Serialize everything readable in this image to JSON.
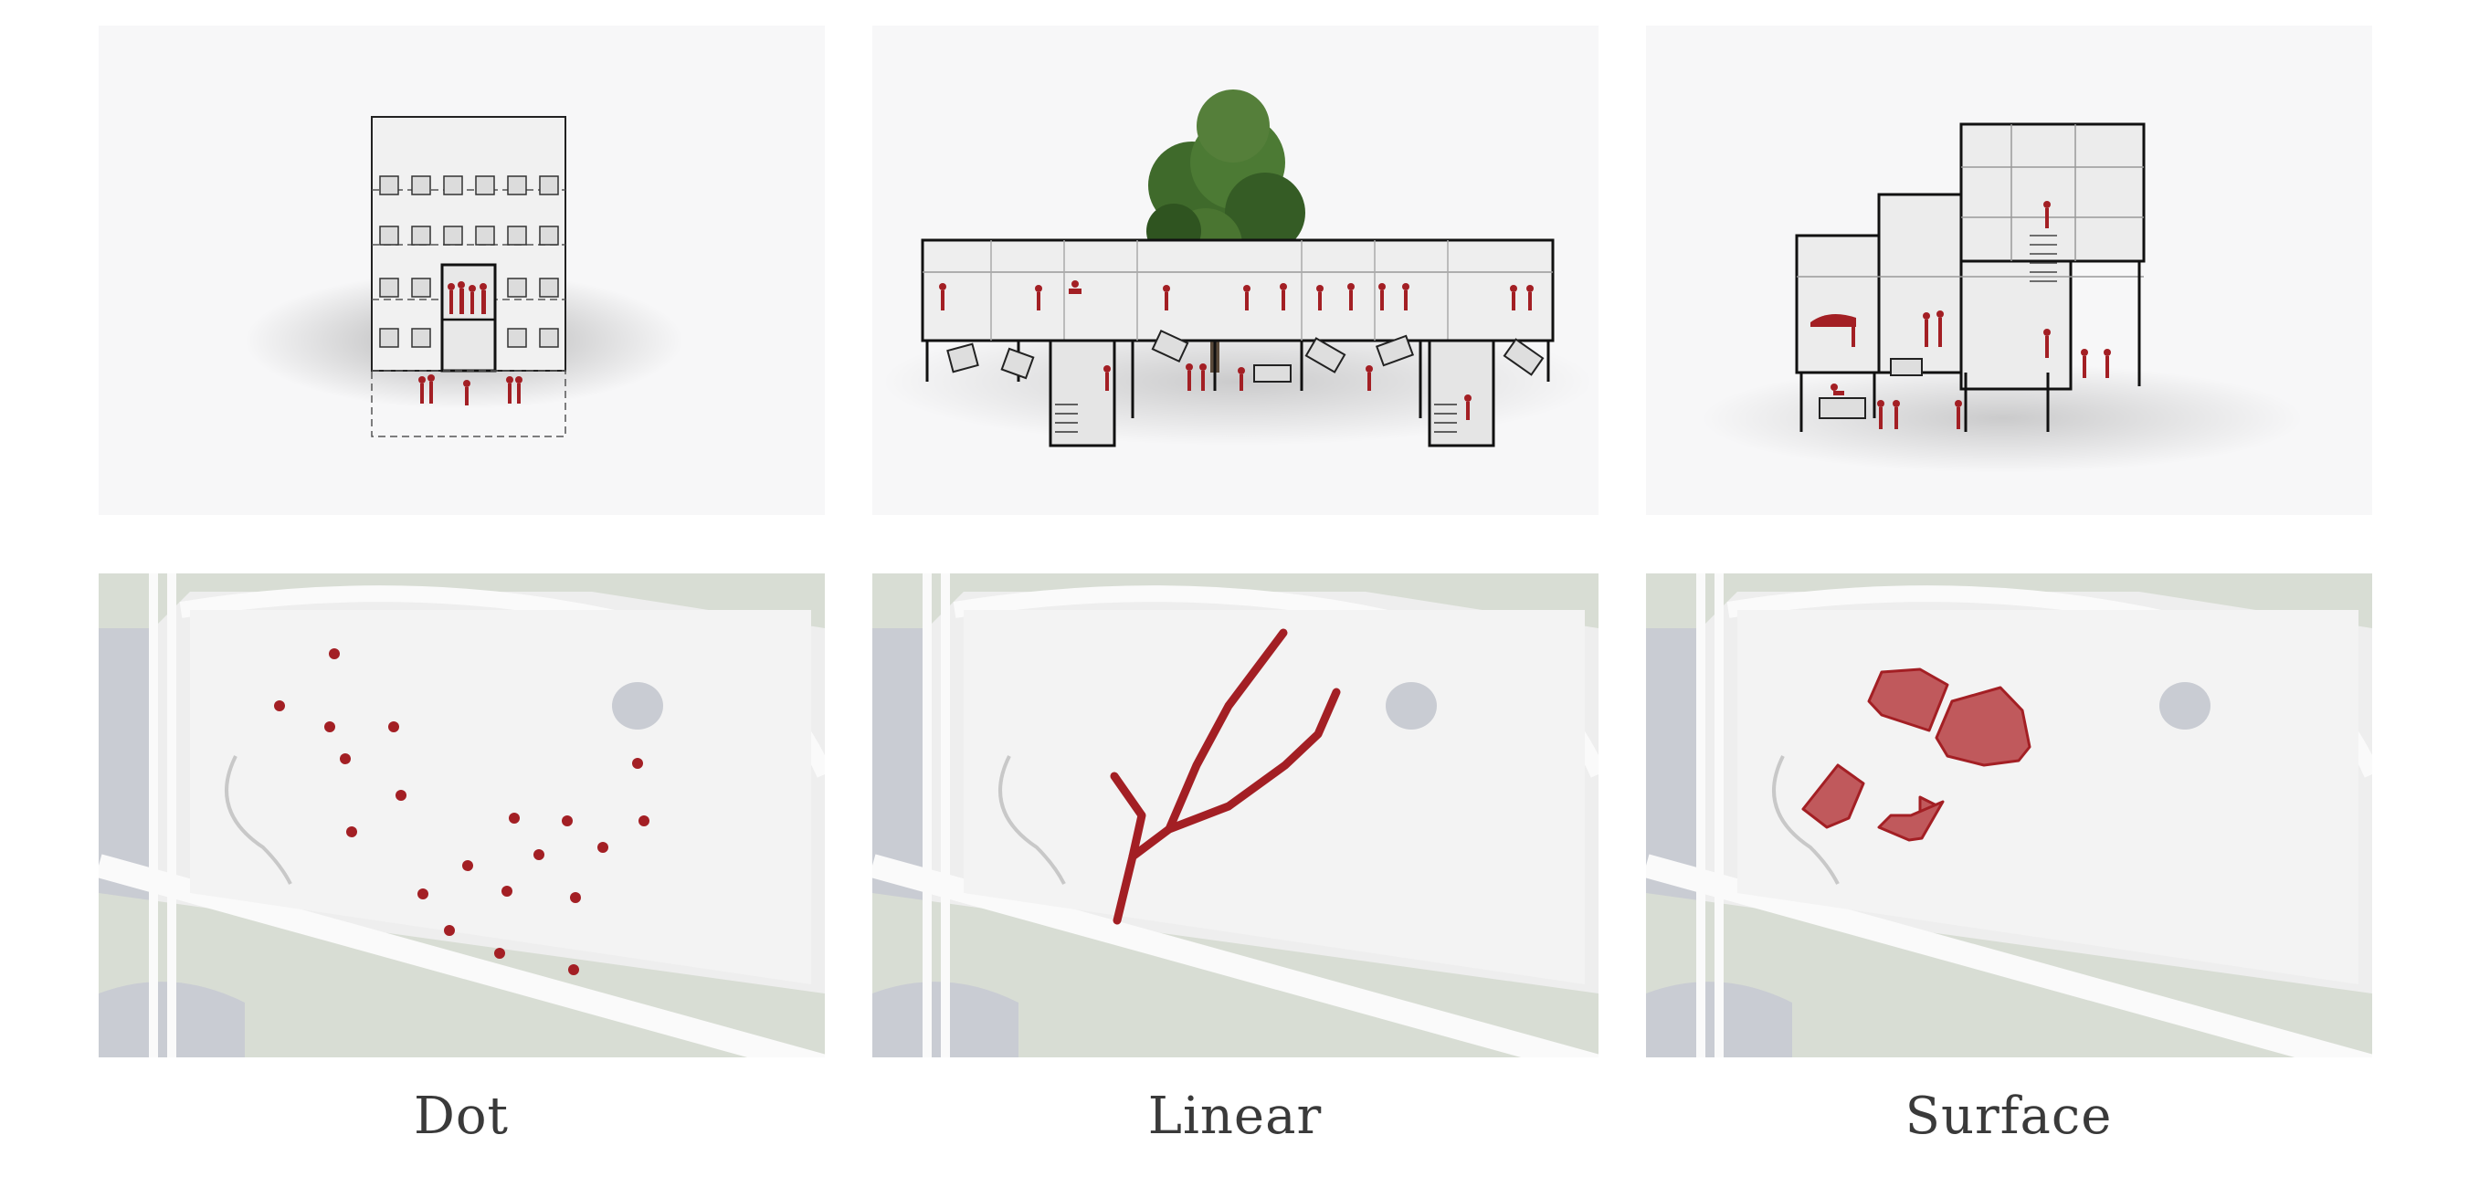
{
  "columns": [
    {
      "key": "dot",
      "caption": "Dot"
    },
    {
      "key": "linear",
      "caption": "Linear"
    },
    {
      "key": "surface",
      "caption": "Surface"
    }
  ],
  "colors": {
    "accent": "#a31f24",
    "map_ground": "#eeeeee",
    "map_green": "#d8ddd4",
    "map_water": "#c9ccd3",
    "road": "#fafafa",
    "panel_bg": "#f7f7f8"
  }
}
